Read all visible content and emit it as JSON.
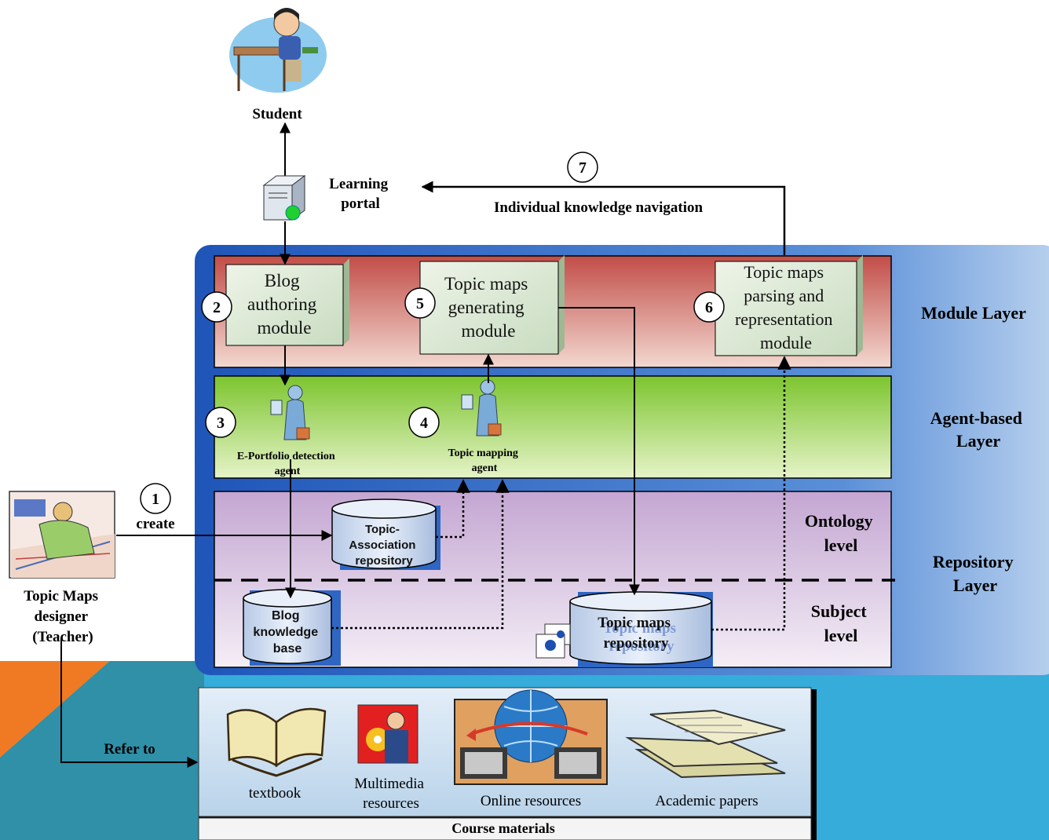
{
  "actors": {
    "student": "Student",
    "designer_lines": [
      "Topic Maps",
      "designer",
      "(Teacher)"
    ]
  },
  "portal": {
    "lines": [
      "Learning",
      "portal"
    ]
  },
  "layers": {
    "module": [
      "Module Layer"
    ],
    "agent": [
      "Agent-based",
      "Layer"
    ],
    "ontology": [
      "Ontology",
      "level"
    ],
    "repository": [
      "Repository",
      "Layer"
    ],
    "subject": [
      "Subject",
      "level"
    ]
  },
  "modules": {
    "blog": [
      "Blog",
      "authoring",
      "module"
    ],
    "generating": [
      "Topic maps",
      "generating",
      "module"
    ],
    "parsing": [
      "Topic maps",
      "parsing and",
      "representation",
      "module"
    ]
  },
  "agents": {
    "eportfolio": [
      "E-Portfolio detection",
      "agent"
    ],
    "mapping": [
      "Topic mapping",
      "agent"
    ]
  },
  "repositories": {
    "topic_association": [
      "Topic-",
      "Association",
      "repository"
    ],
    "blog_kb": [
      "Blog",
      "knowledge",
      "base"
    ],
    "topic_maps": [
      "Topic maps",
      "repository"
    ],
    "topic_maps_shadow": [
      "Topic maps",
      "repository"
    ]
  },
  "steps": [
    "1",
    "2",
    "3",
    "4",
    "5",
    "6",
    "7"
  ],
  "flows": {
    "create": "create",
    "refer_to": "Refer to",
    "navigation": "Individual knowledge navigation"
  },
  "materials": {
    "title": "Course materials",
    "items": [
      {
        "label": [
          "textbook"
        ]
      },
      {
        "label": [
          "Multimedia",
          "resources"
        ]
      },
      {
        "label": [
          "Online resources"
        ]
      },
      {
        "label": [
          "Academic papers"
        ]
      }
    ]
  },
  "colors": {
    "module_layer": "#c9605a",
    "agent_layer": "#8ccf3a",
    "repository_layer": "#c9b2d6",
    "outer_frame": "#2f66c4",
    "background_right": "#3aa8d8",
    "accent_orange": "#f07a23",
    "box_fill": "#dbe8d2"
  }
}
